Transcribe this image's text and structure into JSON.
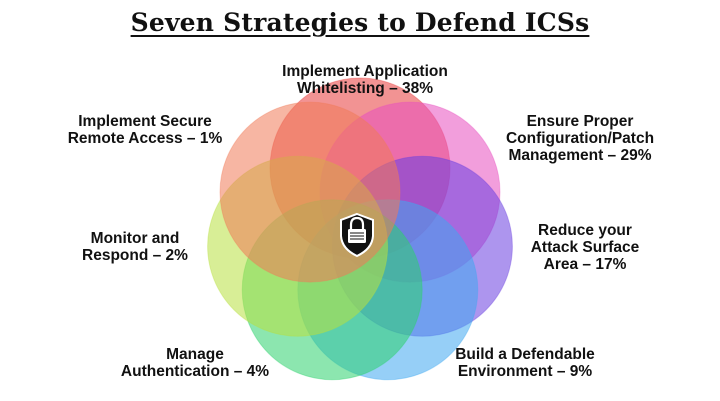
{
  "title": "Seven Strategies to Defend ICSs",
  "center_icon": "padlock-shield-icon",
  "strategies": [
    {
      "lines": [
        "Implement Application",
        "Whitelisting – 38%"
      ],
      "name": "Implement Application Whitelisting",
      "percent": 38,
      "color": "#e83a3a"
    },
    {
      "lines": [
        "Ensure Proper",
        "Configuration/Patch",
        "Management – 29%"
      ],
      "name": "Ensure Proper Configuration/Patch Management",
      "percent": 29,
      "color": "#e84ec0"
    },
    {
      "lines": [
        "Reduce your",
        "Attack Surface",
        "Area – 17%"
      ],
      "name": "Reduce your Attack Surface Area",
      "percent": 17,
      "color": "#6a3ee0"
    },
    {
      "lines": [
        "Build a Defendable",
        "Environment – 9%"
      ],
      "name": "Build a Defendable Environment",
      "percent": 9,
      "color": "#3fa8f0"
    },
    {
      "lines": [
        "Manage",
        "Authentication – 4%"
      ],
      "name": "Manage Authentication",
      "percent": 4,
      "color": "#2ed16e"
    },
    {
      "lines": [
        "Monitor and",
        "Respond – 2%"
      ],
      "name": "Monitor and Respond",
      "percent": 2,
      "color": "#b8e040"
    },
    {
      "lines": [
        "Implement Secure",
        "Remote Access – 1%"
      ],
      "name": "Implement Secure Remote Access",
      "percent": 1,
      "color": "#f07a58"
    }
  ]
}
